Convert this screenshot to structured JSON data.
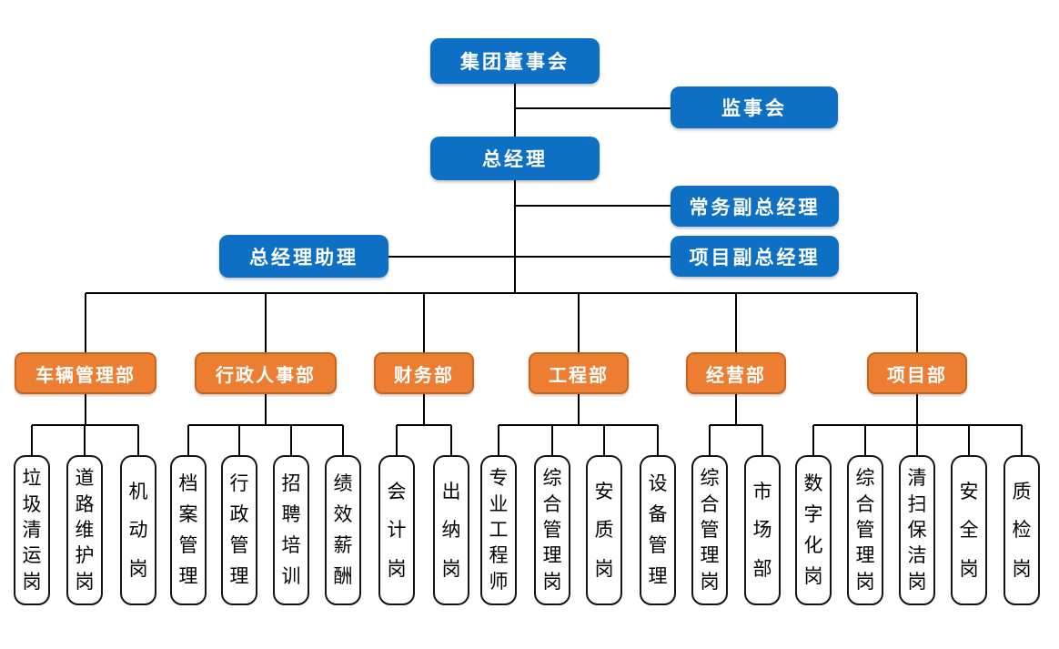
{
  "colors": {
    "executive_blue": "#0d70c4",
    "department_orange": "#ed7d31",
    "department_border": "#c8651b",
    "connector_black": "#000000",
    "post_fill": "#ffffff",
    "post_border": "#141414",
    "background": "#ffffff"
  },
  "org": {
    "executives": {
      "board": "集团董事会",
      "supervisory_board": "监事会",
      "general_manager": "总经理",
      "executive_deputy_general_manager": "常务副总经理",
      "general_manager_assistant": "总经理助理",
      "project_deputy_general_manager": "项目副总经理"
    },
    "departments": [
      {
        "name": "车辆管理部",
        "posts": [
          "垃圾清运岗",
          "道路维护岗",
          "机动岗"
        ]
      },
      {
        "name": "行政人事部",
        "posts": [
          "档案管理",
          "行政管理",
          "招聘培训",
          "绩效薪酬"
        ]
      },
      {
        "name": "财务部",
        "posts": [
          "会计岗",
          "出纳岗"
        ]
      },
      {
        "name": "工程部",
        "posts": [
          "专业工程师",
          "综合管理岗",
          "安质岗",
          "设备管理"
        ]
      },
      {
        "name": "经营部",
        "posts": [
          "综合管理岗",
          "市场部"
        ]
      },
      {
        "name": "项目部",
        "posts": [
          "数字化岗",
          "综合管理岗",
          "清扫保洁岗",
          "安全岗",
          "质检岗"
        ]
      }
    ]
  }
}
